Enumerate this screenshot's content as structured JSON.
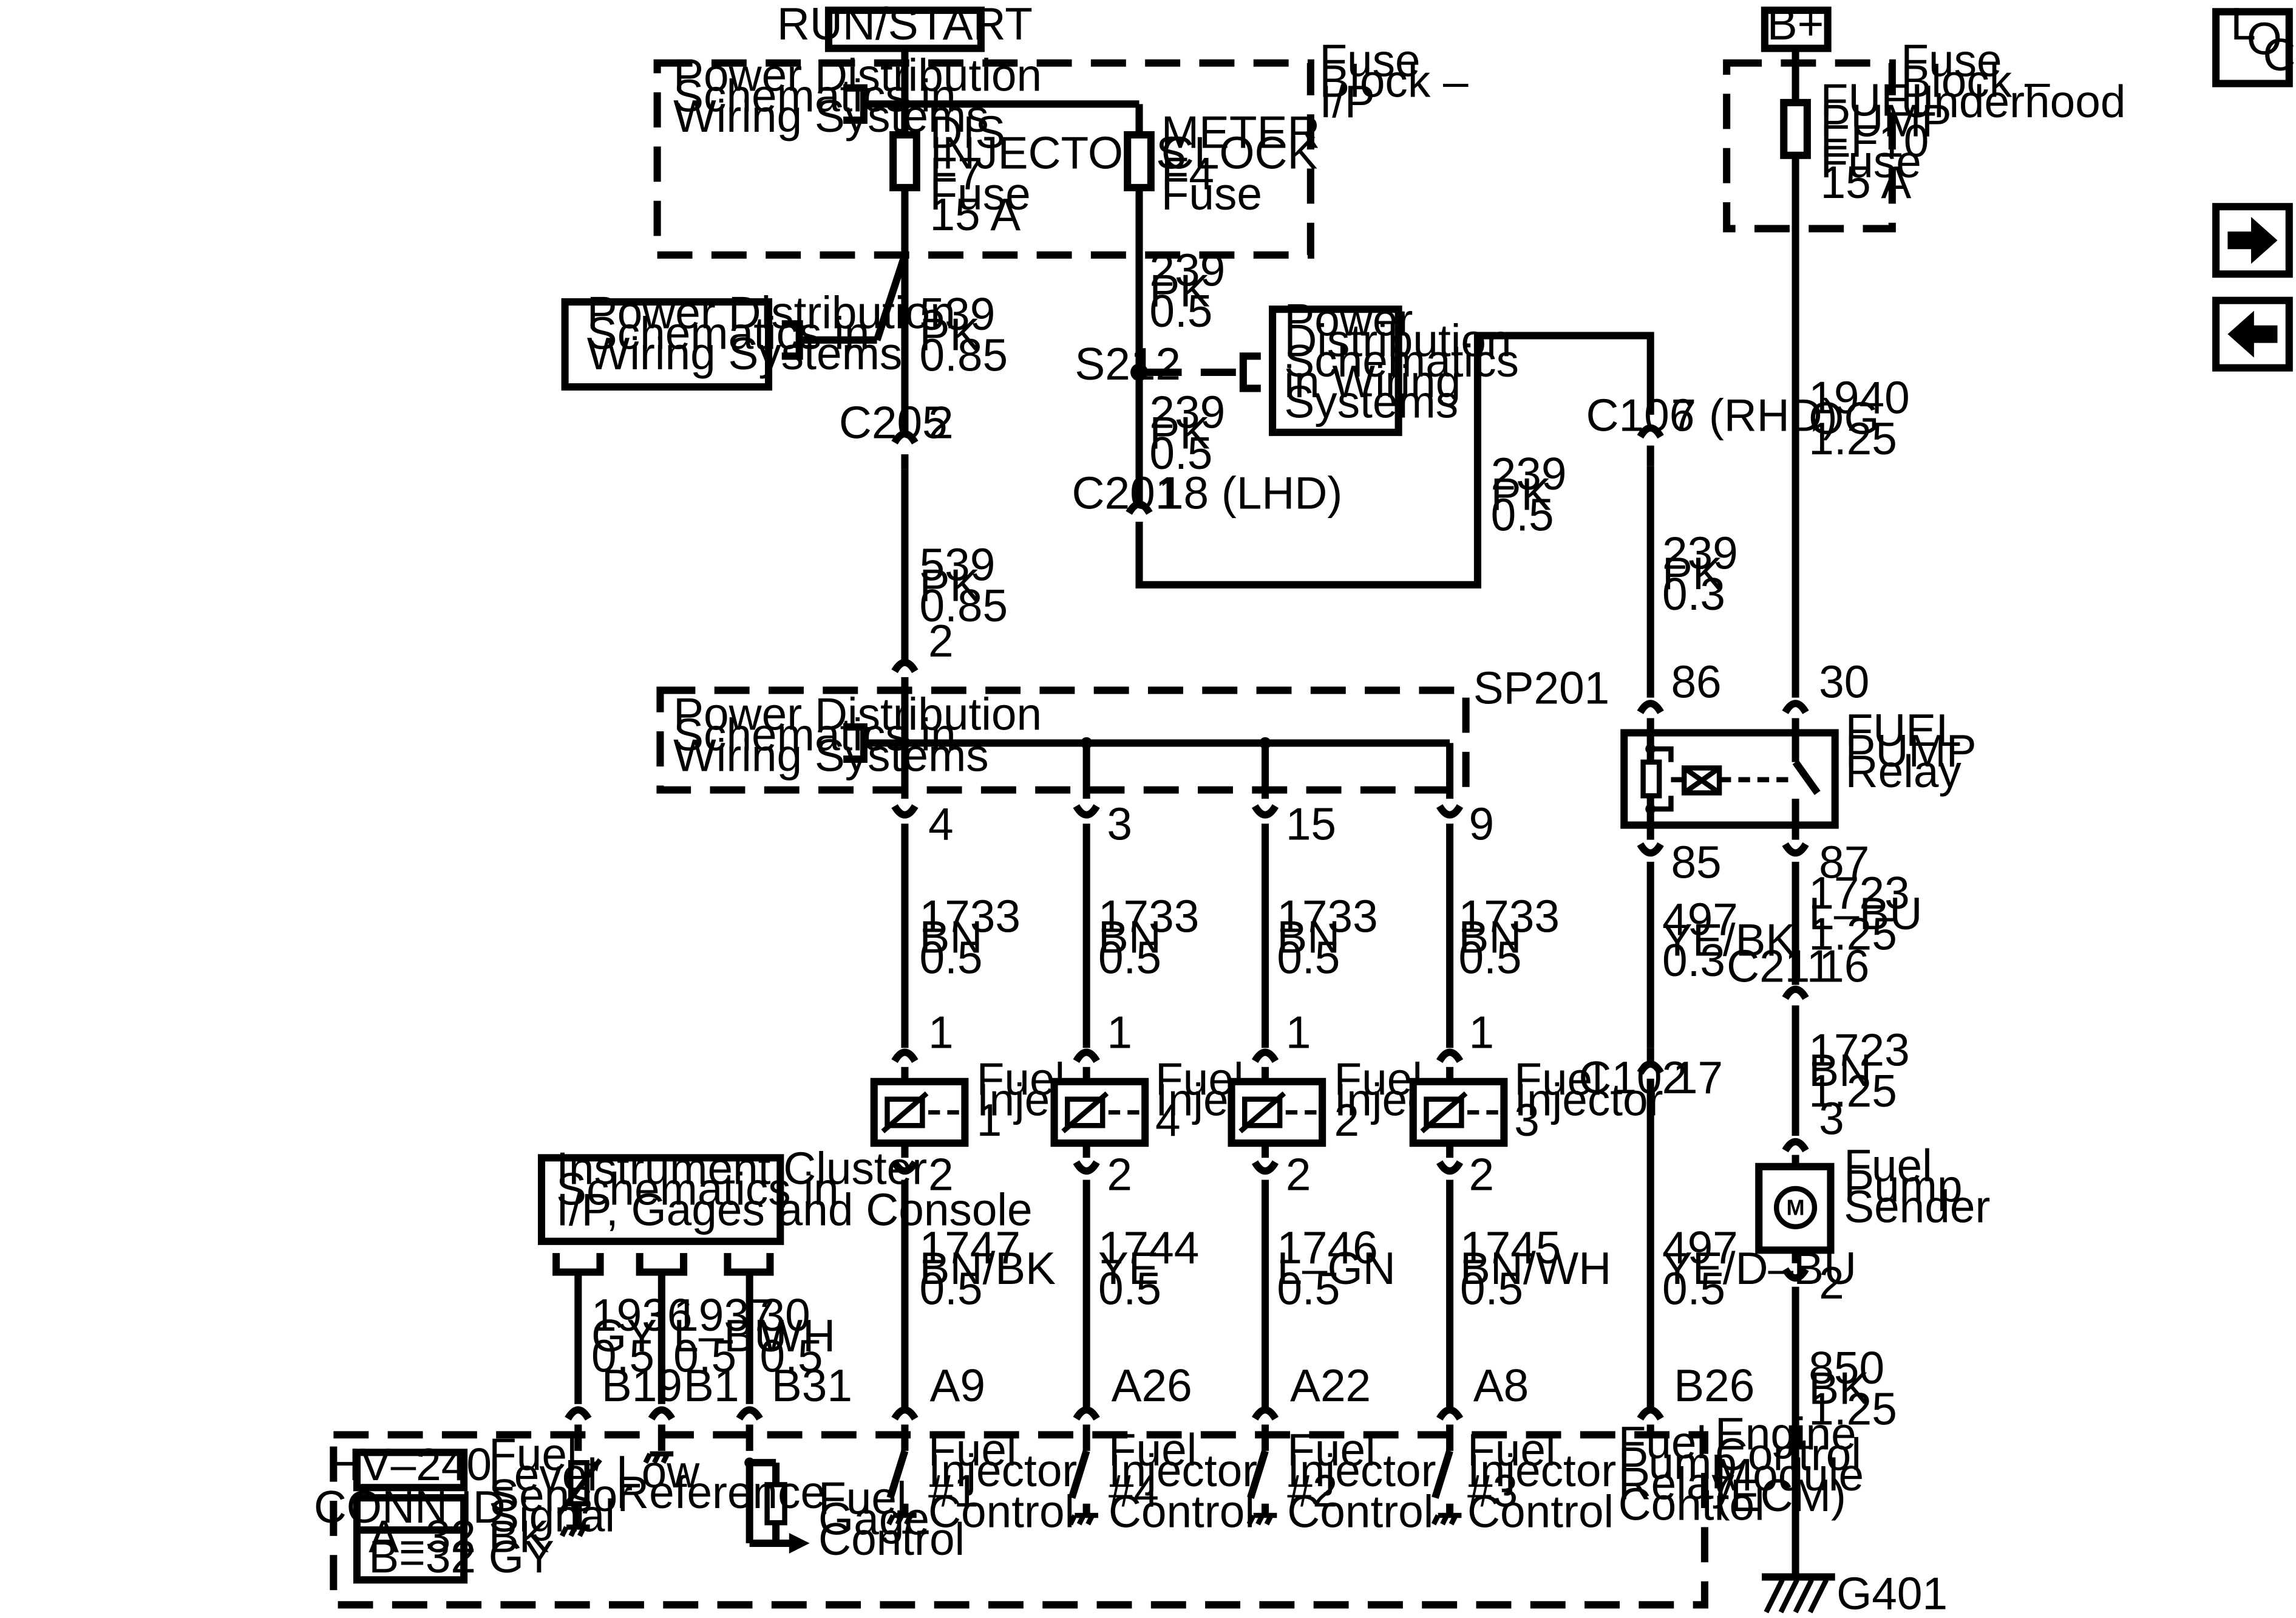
{
  "power_sources": {
    "run_start": "RUN/START",
    "b_plus": "B+"
  },
  "nav": {
    "loc_l": "L",
    "loc_o": "O",
    "loc_c": "C"
  },
  "ref": {
    "pd1": "Power Distribution",
    "pd2": "Schematics in",
    "pd3": "Wiring Systems",
    "pd4": "Power",
    "pd5": "Distribution",
    "pd6": "Schematics",
    "pd7": "in Wiring",
    "pd8": "Systems",
    "ic1": "Instrument Cluster",
    "ic2": "Schematics in",
    "ic3": "I/P, Gages and Console"
  },
  "fuse_blocks": {
    "ip_1": "Fuse",
    "ip_2": "Block –",
    "ip_3": "I/P",
    "uh_1": "Fuse",
    "uh_2": "Block –",
    "uh_3": "Underhood"
  },
  "fuses": {
    "f7_1": "DIS",
    "f7_2": "INJECTORS",
    "f7_3": "F7",
    "f7_4": "Fuse",
    "f7_5": "15 A",
    "f4_1": "METER",
    "f4_2": "CLOCK",
    "f4_3": "F4",
    "f4_4": "Fuse",
    "ef10_1": "FUEL",
    "ef10_2": "PUMP",
    "ef10_3": "EF10",
    "ef10_4": "Fuse",
    "ef10_5": "15 A"
  },
  "wires": {
    "w539a_1": "539",
    "w539a_2": "PK",
    "w539a_3": "0.85",
    "w539b_1": "539",
    "w539b_2": "PK",
    "w539b_3": "0.85",
    "w239a_1": "239",
    "w239a_2": "PK",
    "w239a_3": "0.5",
    "w239b_1": "239",
    "w239b_2": "PK",
    "w239b_3": "0.5",
    "w239c_1": "239",
    "w239c_2": "PK",
    "w239c_3": "0.5",
    "w239d_1": "239",
    "w239d_2": "PK",
    "w239d_3": "0.3",
    "w1940_1": "1940",
    "w1940_2": "OG",
    "w1940_3": "1.25",
    "w1733_1": "1733",
    "w1733_2": "BN",
    "w1733_3": "0.5",
    "w1747_1": "1747",
    "w1747_2": "BN/BK",
    "w1747_3": "0.5",
    "w1744_1": "1744",
    "w1744_2": "YE",
    "w1744_3": "0.5",
    "w1746_1": "1746",
    "w1746_2": "L–GN",
    "w1746_3": "0.5",
    "w1745_1": "1745",
    "w1745_2": "BN/WH",
    "w1745_3": "0.5",
    "w497a_1": "497",
    "w497a_2": "YE/BK",
    "w497a_3": "0.3",
    "w497b_1": "497",
    "w497b_2": "YE/D–BU",
    "w497b_3": "0.5",
    "w1723a_1": "1723",
    "w1723a_2": "L–BU",
    "w1723a_3": "1.25",
    "w1723b_1": "1723",
    "w1723b_2": "BN",
    "w1723b_3": "1.25",
    "w850_1": "850",
    "w850_2": "BK",
    "w850_3": "1.25",
    "w1936_1": "1936",
    "w1936_2": "GY",
    "w1936_3": "0.5",
    "w1937_1": "1937",
    "w1937_2": "L–BU",
    "w1937_3": "0.5",
    "w30_1": "30",
    "w30_2": "WH",
    "w30_3": "0.5"
  },
  "connectors": {
    "c205": "C205",
    "c205_pin": "2",
    "c205_pin2": "2",
    "c201": "C201",
    "c201_pin": "18 (LHD)",
    "c106": "C106",
    "c106_pin": "7 (RHD)",
    "s212": "S212",
    "sp201": "SP201",
    "sp_pin4": "4",
    "sp_pin3": "3",
    "sp_pin15": "15",
    "sp_pin9": "9",
    "inj_pin1": "1",
    "inj_pin2": "2",
    "c102": "C102",
    "c102_pin": "17",
    "c211": "C211",
    "c211_pin": "16",
    "relay_86": "86",
    "relay_85": "85",
    "relay_30": "30",
    "relay_87": "87",
    "sender_3": "3",
    "sender_2": "2",
    "b19": "B19",
    "b1": "B1",
    "b31": "B31",
    "a9": "A9",
    "a26": "A26",
    "a22": "A22",
    "a8": "A8",
    "b26": "B26",
    "g401": "G401"
  },
  "components": {
    "inj_word1": "Fuel",
    "inj_word2": "Injector",
    "inj1_num": "1",
    "inj4_num": "4",
    "inj2_num": "2",
    "inj3_num": "3",
    "relay_1": "FUEL",
    "relay_2": "PUMP",
    "relay_3": "Relay",
    "sender_1": "Fuel",
    "sender_2": "Pump",
    "sender_3": "Sender",
    "motor": "M"
  },
  "ecm": {
    "name_1": "Engine",
    "name_2": "Control",
    "name_3": "Module",
    "name_4": "(ECM)",
    "hv": "HV–240",
    "conn_id": "CONN ID",
    "conn_a": "A=32 BK",
    "conn_b": "B=32 GY",
    "fl_1": "Fuel",
    "fl_2": "Level",
    "fl_3": "Sensor",
    "fl_4": "Signal",
    "lr_1": "Low",
    "lr_2": "Reference",
    "fg_1": "Fuel",
    "fg_2": "Gage",
    "fg_3": "Control",
    "ic_1": "Fuel",
    "ic_2": "Injector",
    "ic_3": "Control",
    "ic1_num": "#1",
    "ic4_num": "#4",
    "ic2_num": "#2",
    "ic3_num": "#3",
    "fp_1": "Fuel",
    "fp_2": "Pump",
    "fp_3": "Relay",
    "fp_4": "Control"
  }
}
